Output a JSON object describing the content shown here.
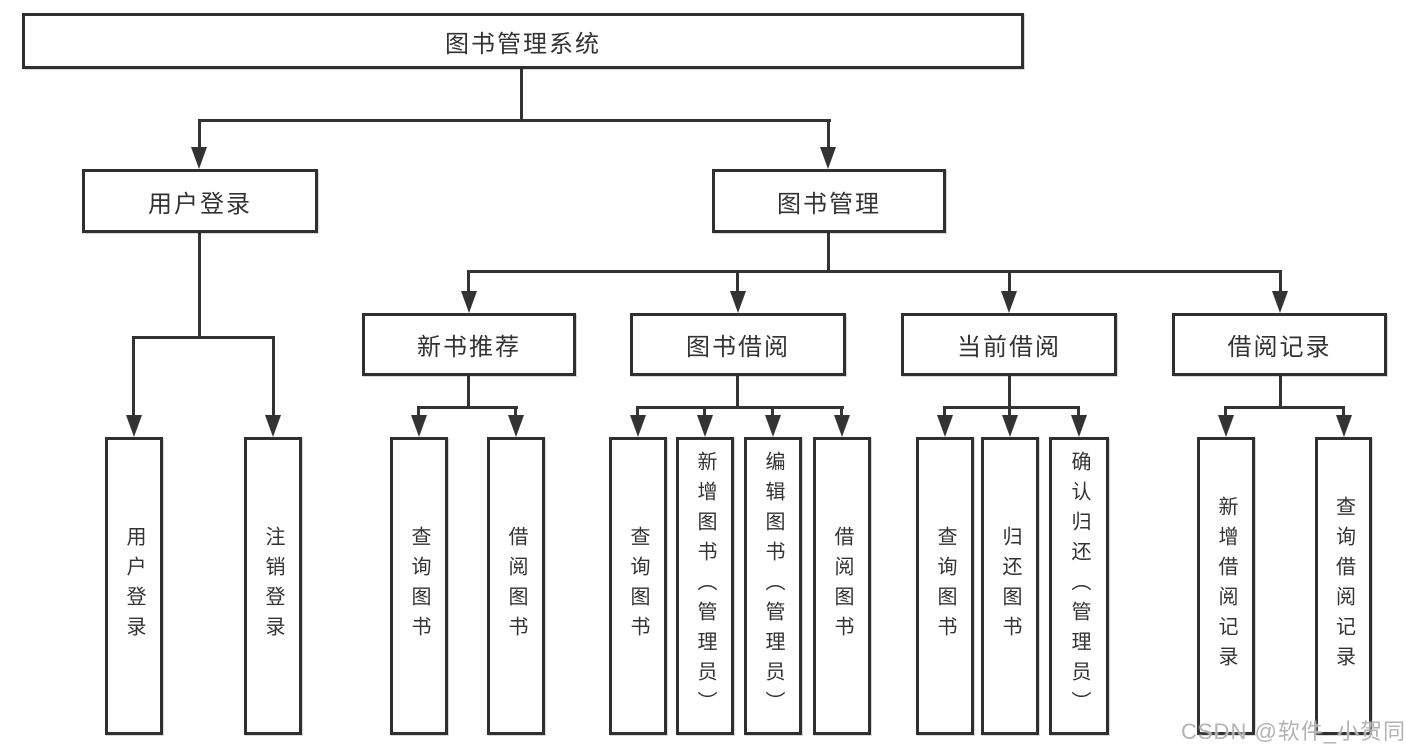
{
  "tree": {
    "label": "图书管理系统",
    "children": [
      {
        "label": "用户登录",
        "children": [
          {
            "label": "用户登录"
          },
          {
            "label": "注销登录"
          }
        ]
      },
      {
        "label": "图书管理",
        "children": [
          {
            "label": "新书推荐",
            "children": [
              {
                "label": "查询图书"
              },
              {
                "label": "借阅图书"
              }
            ]
          },
          {
            "label": "图书借阅",
            "children": [
              {
                "label": "查询图书"
              },
              {
                "label": "新增图书（管理员）"
              },
              {
                "label": "编辑图书（管理员）"
              },
              {
                "label": "借阅图书"
              }
            ]
          },
          {
            "label": "当前借阅",
            "children": [
              {
                "label": "查询图书"
              },
              {
                "label": "归还图书"
              },
              {
                "label": "确认归还（管理员）"
              }
            ]
          },
          {
            "label": "借阅记录",
            "children": [
              {
                "label": "新增借阅记录"
              },
              {
                "label": "查询借阅记录"
              }
            ]
          }
        ]
      }
    ]
  },
  "watermark": {
    "text": "CSDN @软件_小贺同学"
  },
  "colors": {
    "line": "#333333",
    "box_border": "#2f2f2f",
    "text": "#333333",
    "background": "#ffffff",
    "watermark": "#b3b3b3"
  }
}
